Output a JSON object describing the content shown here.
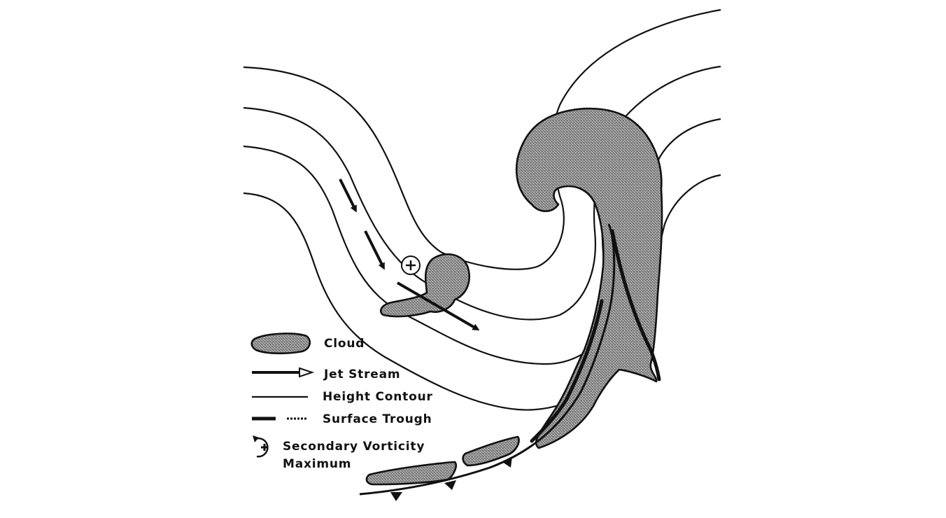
{
  "figure": {
    "type": "schematic weather diagram",
    "description": "Comma cloud with secondary vorticity maximum, jet stream, height contours and surface trough"
  },
  "legend": {
    "items": [
      {
        "symbol": "cloud-symbol",
        "label": "Cloud"
      },
      {
        "symbol": "jet-stream-arrow",
        "label": "Jet Stream"
      },
      {
        "symbol": "thin-line",
        "label": "Height Contour"
      },
      {
        "symbol": "dashed-thick-line",
        "label": "Surface Trough"
      },
      {
        "symbol": "circled-plus-with-arrow",
        "label": "Secondary Vorticity",
        "label_line2": "Maximum"
      }
    ]
  },
  "colors": {
    "ink": "#111111",
    "cloud_fill": "#8a8a8a",
    "background": "#ffffff"
  }
}
